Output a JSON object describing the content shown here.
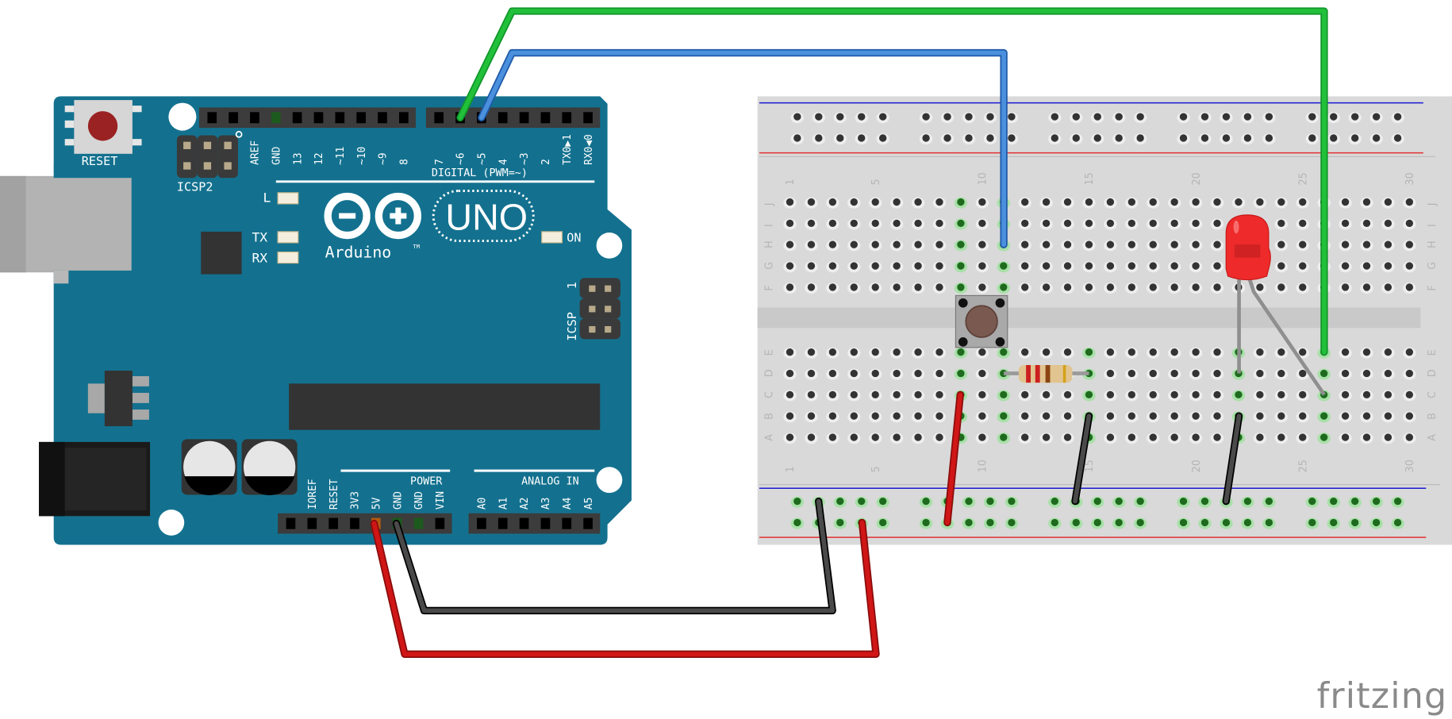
{
  "diagram": {
    "type": "breadboard-wiring",
    "tool_logo": "fritzing",
    "colors": {
      "board": "#13718f",
      "breadboard": "#d9d9d9",
      "wire_green": "#22bb33",
      "wire_blue": "#3b82d6",
      "wire_red": "#cc1111",
      "wire_black": "#3a3a3a",
      "rail_blue": "#1a1ad0",
      "rail_red": "#e03030",
      "led": "#ee2a2a"
    }
  },
  "arduino": {
    "model_label": "UNO",
    "brand_label": "Arduino",
    "tm": "TM",
    "reset_label": "RESET",
    "icsp2_label": "ICSP2",
    "icsp_label": "ICSP",
    "icsp_pin1": "1",
    "led_labels": {
      "l": "L",
      "tx": "TX",
      "rx": "RX",
      "on": "ON"
    },
    "digital_header_label": "DIGITAL (PWM=~)",
    "digital_pins_left": [
      "AREF",
      "GND",
      "13",
      "12",
      "~11",
      "~10",
      "~9",
      "8"
    ],
    "digital_pins_right": [
      "7",
      "~6",
      "~5",
      "4",
      "~3",
      "2",
      "TX0▶1",
      "RX0◀0"
    ],
    "power_header_label": "POWER",
    "power_pins": [
      "IOREF",
      "RESET",
      "3V3",
      "5V",
      "GND",
      "GND",
      "VIN"
    ],
    "analog_header_label": "ANALOG IN",
    "analog_pins": [
      "A0",
      "A1",
      "A2",
      "A3",
      "A4",
      "A5"
    ]
  },
  "breadboard": {
    "column_labels": [
      "1",
      "5",
      "10",
      "15",
      "20",
      "25",
      "30"
    ],
    "row_labels_top": [
      "J",
      "I",
      "H",
      "G",
      "F"
    ],
    "row_labels_bottom": [
      "E",
      "D",
      "C",
      "B",
      "A"
    ]
  },
  "components": [
    {
      "name": "pushbutton",
      "position": "columns 9-11 straddling center channel"
    },
    {
      "name": "resistor",
      "position": "row D, columns 11-15"
    },
    {
      "name": "red LED",
      "position": "legs to rows D col 22 and C col 26"
    }
  ],
  "wires": [
    {
      "color": "green",
      "from": "Arduino pin ~6",
      "to": "breadboard E26"
    },
    {
      "color": "blue",
      "from": "Arduino pin ~5",
      "to": "breadboard H11"
    },
    {
      "color": "red",
      "from": "Arduino 5V",
      "to": "bottom power rail (+)"
    },
    {
      "color": "black",
      "from": "Arduino GND",
      "to": "bottom ground rail (−)"
    },
    {
      "color": "red",
      "from": "bottom power rail (+)",
      "to": "breadboard C9"
    },
    {
      "color": "black",
      "from": "bottom ground rail (−)",
      "to": "breadboard B15"
    },
    {
      "color": "black",
      "from": "bottom ground rail (−)",
      "to": "breadboard B22"
    }
  ]
}
